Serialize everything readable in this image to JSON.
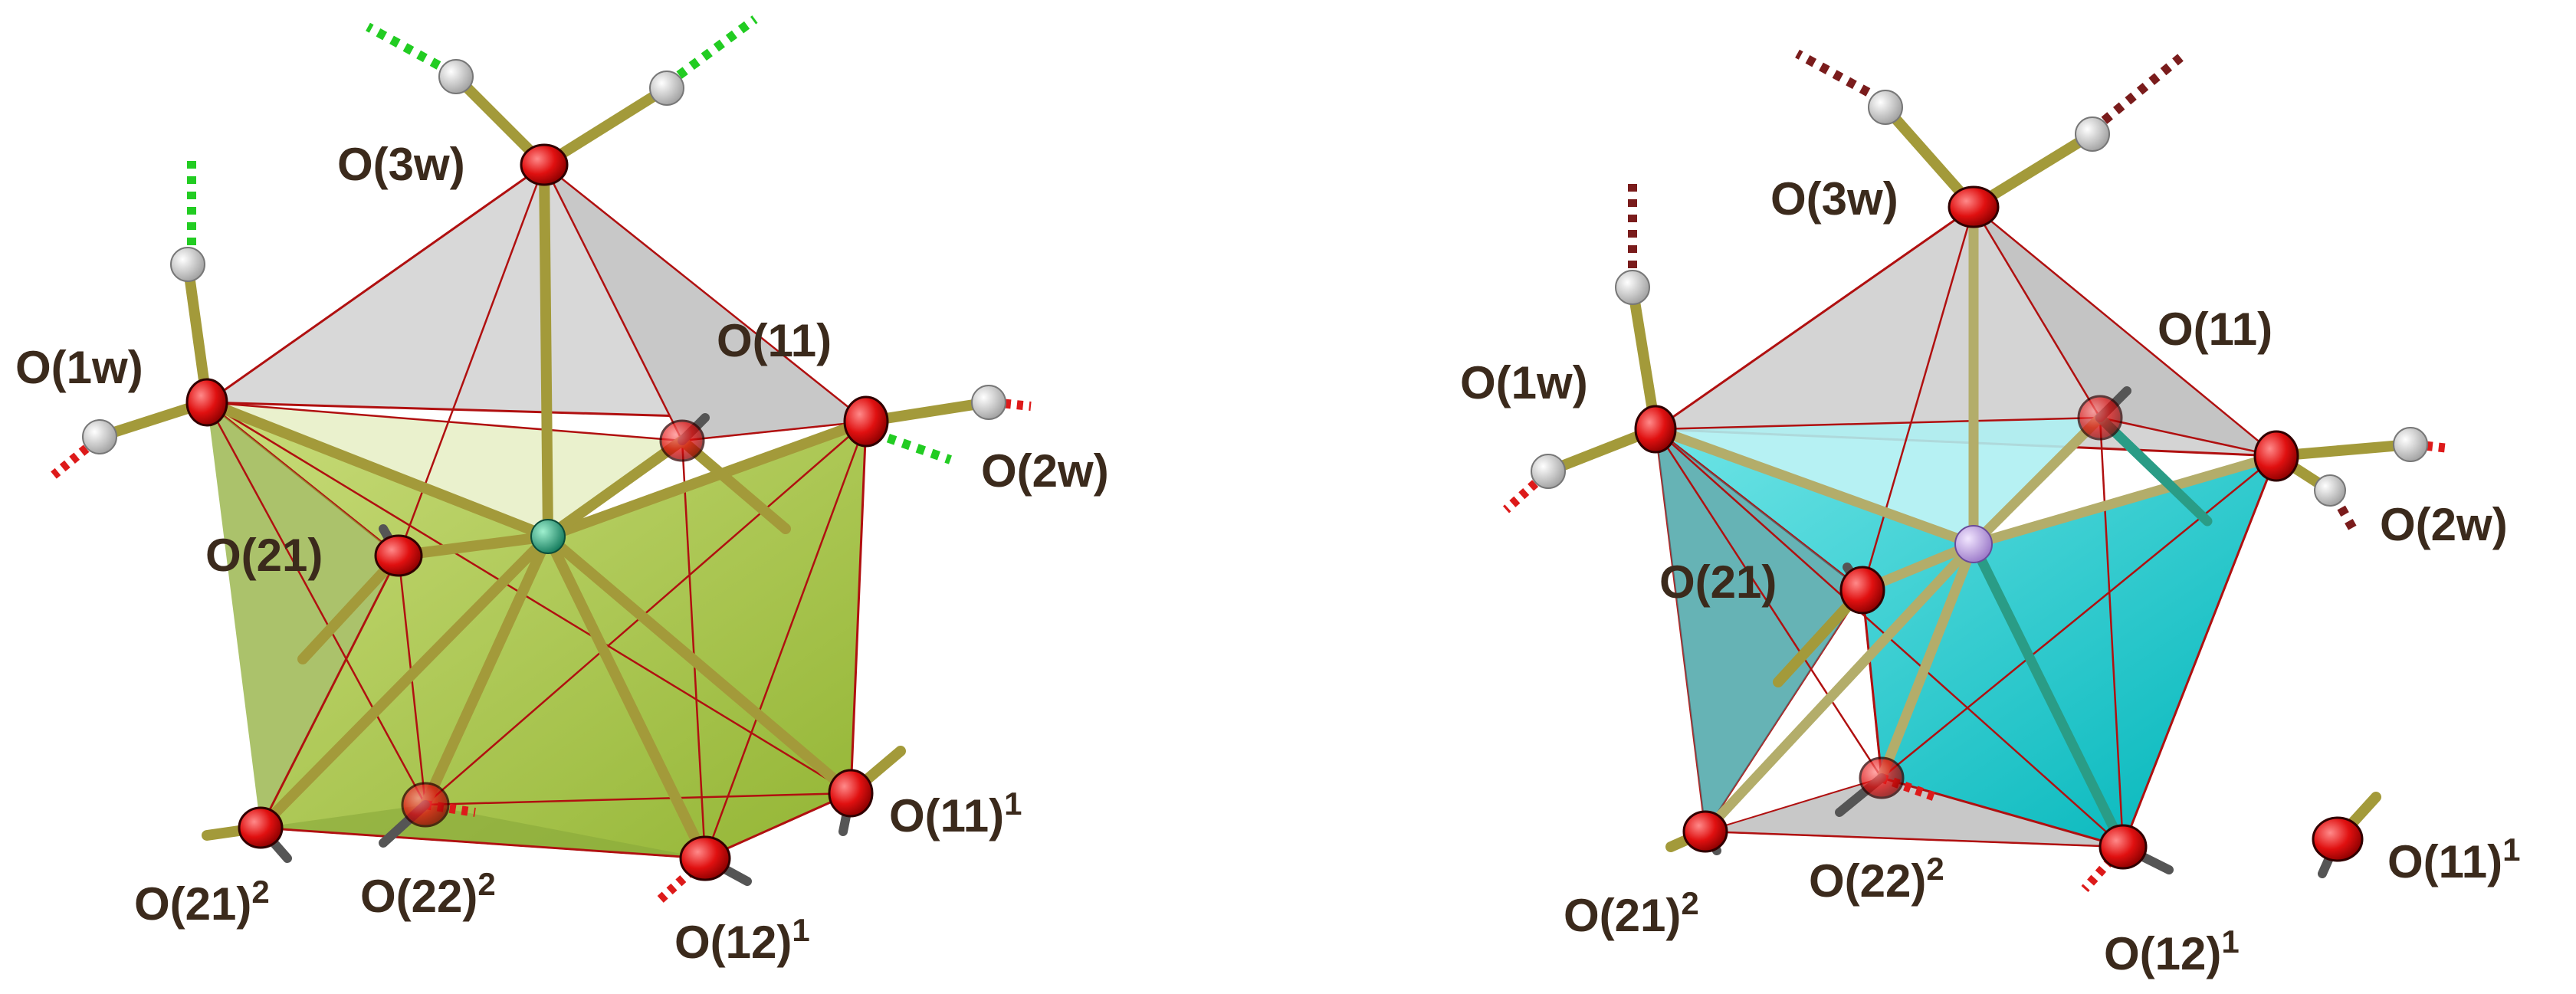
{
  "panels": [
    {
      "id": "left",
      "polyhedron_color": "#a9c94a",
      "central_atom_color": "#2bb38a",
      "hbond_color": "#22cc22",
      "labels": {
        "o3w": "O(3w)",
        "o1w": "O(1w)",
        "o11": "O(11)",
        "o2w": "O(2w)",
        "o21": "O(21)",
        "o11_1": "O(11)",
        "o11_1_sup": "1",
        "o21_2": "O(21)",
        "o21_2_sup": "2",
        "o22_2": "O(22)",
        "o22_2_sup": "2",
        "o12_1": "O(12)",
        "o12_1_sup": "1"
      }
    },
    {
      "id": "right",
      "polyhedron_color": "#12c4c8",
      "central_atom_color": "#c8a8e8",
      "hbond_color": "#7a1c1c",
      "labels": {
        "o3w": "O(3w)",
        "o1w": "O(1w)",
        "o11": "O(11)",
        "o2w": "O(2w)",
        "o21": "O(21)",
        "o11_1": "O(11)",
        "o11_1_sup": "1",
        "o21_2": "O(21)",
        "o21_2_sup": "2",
        "o22_2": "O(22)",
        "o22_2_sup": "2",
        "o12_1": "O(12)",
        "o12_1_sup": "1"
      }
    }
  ]
}
